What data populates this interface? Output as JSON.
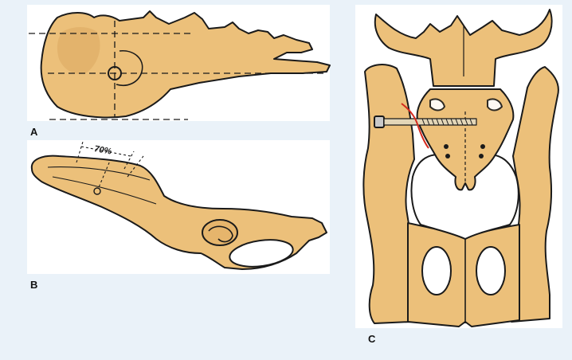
{
  "colors": {
    "background": "#eaf2f9",
    "bone_fill": "#ecc07a",
    "bone_shade": "#d9a55c",
    "outline": "#1a1a1a",
    "osteotomy_line": "#d42a1e"
  },
  "panels": {
    "a": {
      "label": "A"
    },
    "b": {
      "label": "B",
      "measurement": "70%"
    },
    "c": {
      "label": "C"
    }
  }
}
